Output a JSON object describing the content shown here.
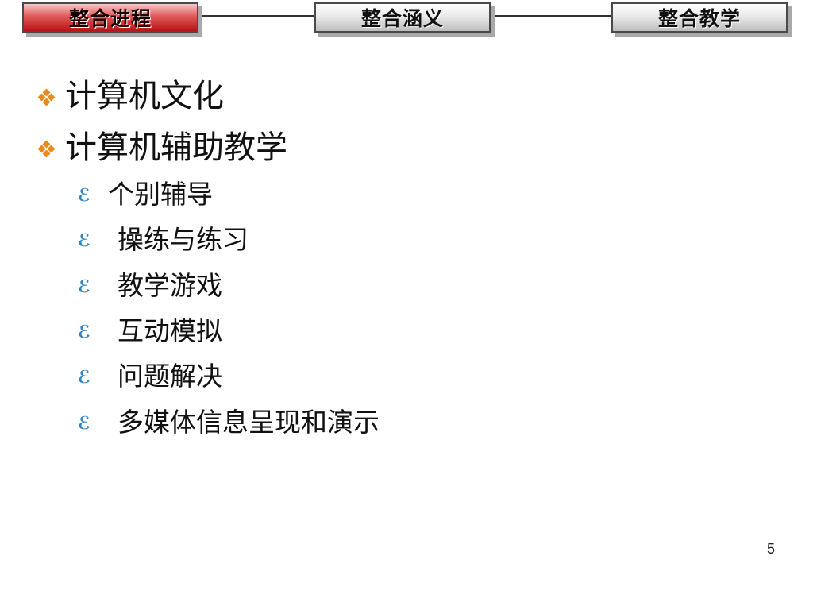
{
  "nav": {
    "tabs": [
      {
        "label": "整合进程",
        "active": true
      },
      {
        "label": "整合涵义",
        "active": false
      },
      {
        "label": "整合教学",
        "active": false
      }
    ],
    "colors": {
      "active_tab": "#c81e1e",
      "inactive_tab": "#d6d6d6",
      "connector": "#333333"
    }
  },
  "content": {
    "level1": [
      {
        "text": "计算机文化",
        "bullet_icon": "orange-diamond-icon"
      },
      {
        "text": "计算机辅助教学",
        "bullet_icon": "orange-diamond-icon"
      }
    ],
    "level2": [
      {
        "text": "个别辅导",
        "bullet_icon": "blue-swirl-icon"
      },
      {
        "text": "操练与练习",
        "bullet_icon": "blue-swirl-icon"
      },
      {
        "text": "教学游戏",
        "bullet_icon": "blue-swirl-icon"
      },
      {
        "text": "互动模拟",
        "bullet_icon": "blue-swirl-icon"
      },
      {
        "text": "问题解决",
        "bullet_icon": "blue-swirl-icon"
      },
      {
        "text": "多媒体信息呈现和演示",
        "bullet_icon": "blue-swirl-icon"
      }
    ],
    "colors": {
      "diamond_bullet": "#e88a1e",
      "swirl_bullet": "#2f86c5"
    }
  },
  "footer": {
    "page_number": "5"
  }
}
